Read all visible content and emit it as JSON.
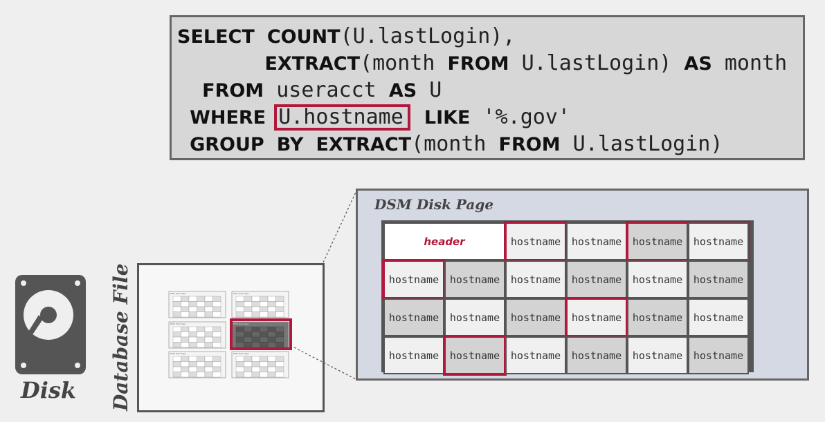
{
  "query": {
    "lines": [
      [
        {
          "t": "SELECT",
          "kw": true
        },
        {
          "t": " "
        },
        {
          "t": "COUNT",
          "kw": true
        },
        {
          "t": "(U.lastLogin),"
        }
      ],
      [
        {
          "t": "       "
        },
        {
          "t": "EXTRACT",
          "kw": true
        },
        {
          "t": "(month "
        },
        {
          "t": "FROM",
          "kw": true
        },
        {
          "t": " U.lastLogin) "
        },
        {
          "t": "AS",
          "kw": true
        },
        {
          "t": " month"
        }
      ],
      [
        {
          "t": "  "
        },
        {
          "t": "FROM",
          "kw": true
        },
        {
          "t": " useracct "
        },
        {
          "t": "AS",
          "kw": true
        },
        {
          "t": " U"
        }
      ],
      [
        {
          "t": " "
        },
        {
          "t": "WHERE",
          "kw": true
        },
        {
          "t": " "
        },
        {
          "t": "U.hostname",
          "hl": true
        },
        {
          "t": " "
        },
        {
          "t": "LIKE",
          "kw": true
        },
        {
          "t": " '%.gov'"
        }
      ],
      [
        {
          "t": " "
        },
        {
          "t": "GROUP",
          "kw": true
        },
        {
          "t": " "
        },
        {
          "t": "BY",
          "kw": true
        },
        {
          "t": " "
        },
        {
          "t": "EXTRACT",
          "kw": true
        },
        {
          "t": "(month "
        },
        {
          "t": "FROM",
          "kw": true
        },
        {
          "t": " U.lastLogin)"
        }
      ]
    ]
  },
  "disk": {
    "label": "Disk"
  },
  "database_file": {
    "label": "Database File",
    "thumbnail_caption": "DSM Disk Page"
  },
  "dsm_page": {
    "title": "DSM Disk Page",
    "header_label": "header",
    "cell_label": "hostname",
    "rows": [
      [
        {
          "dark": false,
          "hl": true
        },
        {
          "dark": false,
          "hl": false
        },
        {
          "dark": true,
          "hl": true
        },
        {
          "dark": false,
          "hl": true
        }
      ],
      [
        {
          "dark": false,
          "hl": true
        },
        {
          "dark": true,
          "hl": false
        },
        {
          "dark": false,
          "hl": false
        },
        {
          "dark": true,
          "hl": false
        },
        {
          "dark": false,
          "hl": false
        },
        {
          "dark": true,
          "hl": false
        }
      ],
      [
        {
          "dark": true,
          "hl": false
        },
        {
          "dark": false,
          "hl": false
        },
        {
          "dark": true,
          "hl": false
        },
        {
          "dark": false,
          "hl": true
        },
        {
          "dark": true,
          "hl": false
        },
        {
          "dark": false,
          "hl": false
        }
      ],
      [
        {
          "dark": false,
          "hl": false
        },
        {
          "dark": true,
          "hl": true
        },
        {
          "dark": false,
          "hl": false
        },
        {
          "dark": true,
          "hl": false
        },
        {
          "dark": false,
          "hl": false
        },
        {
          "dark": true,
          "hl": false
        }
      ]
    ]
  },
  "colors": {
    "highlight": "#b2173c",
    "panel": "#d5d9e4",
    "disk": "#555555"
  }
}
